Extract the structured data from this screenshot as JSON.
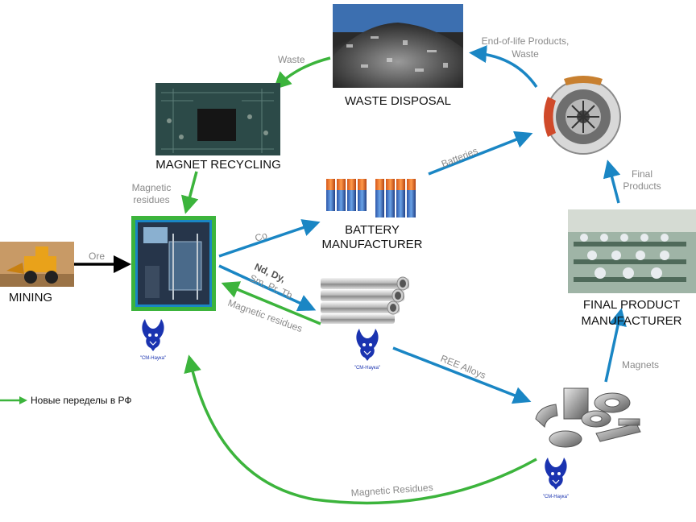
{
  "nodes": {
    "mining": {
      "label": "MINING"
    },
    "magnet_recycling": {
      "label": "MAGNET RECYCLING"
    },
    "waste_disposal": {
      "label": "WASTE DISPOSAL"
    },
    "battery_manufacturer": {
      "label_line1": "BATTERY",
      "label_line2": "MANUFACTURER"
    },
    "final_product_manufacturer": {
      "label_line1": "FINAL PRODUCT",
      "label_line2": "MANUFACTURER"
    }
  },
  "edges": {
    "waste": "Waste",
    "end_of_life_line1": "End-of-life Products,",
    "end_of_life_line2": "Waste",
    "magnetic_residues_top_line1": "Magnetic",
    "magnetic_residues_top_line2": "residues",
    "ore": "Ore",
    "co": "Co",
    "nd_dy": "Nd, Dy,",
    "sm_pr_tb": "Sm, Pr, Tb",
    "magnetic_residues_mid": "Magnetic residues",
    "batteries": "Batteries",
    "final_products_line1": "Final",
    "final_products_line2": "Products",
    "ree_alloys": "REE Alloys",
    "magnets": "Magnets",
    "magnetic_residues_bottom": "Magnetic Residues"
  },
  "legend": {
    "label": "Новые переделы в РФ",
    "color": "#3cb43c"
  },
  "logo_text": "\"СМ-Наука\"",
  "colors": {
    "green_arrow": "#3cb43c",
    "blue_arrow": "#1a86c4",
    "black_arrow": "#000000",
    "logo": "#1a33b0"
  }
}
